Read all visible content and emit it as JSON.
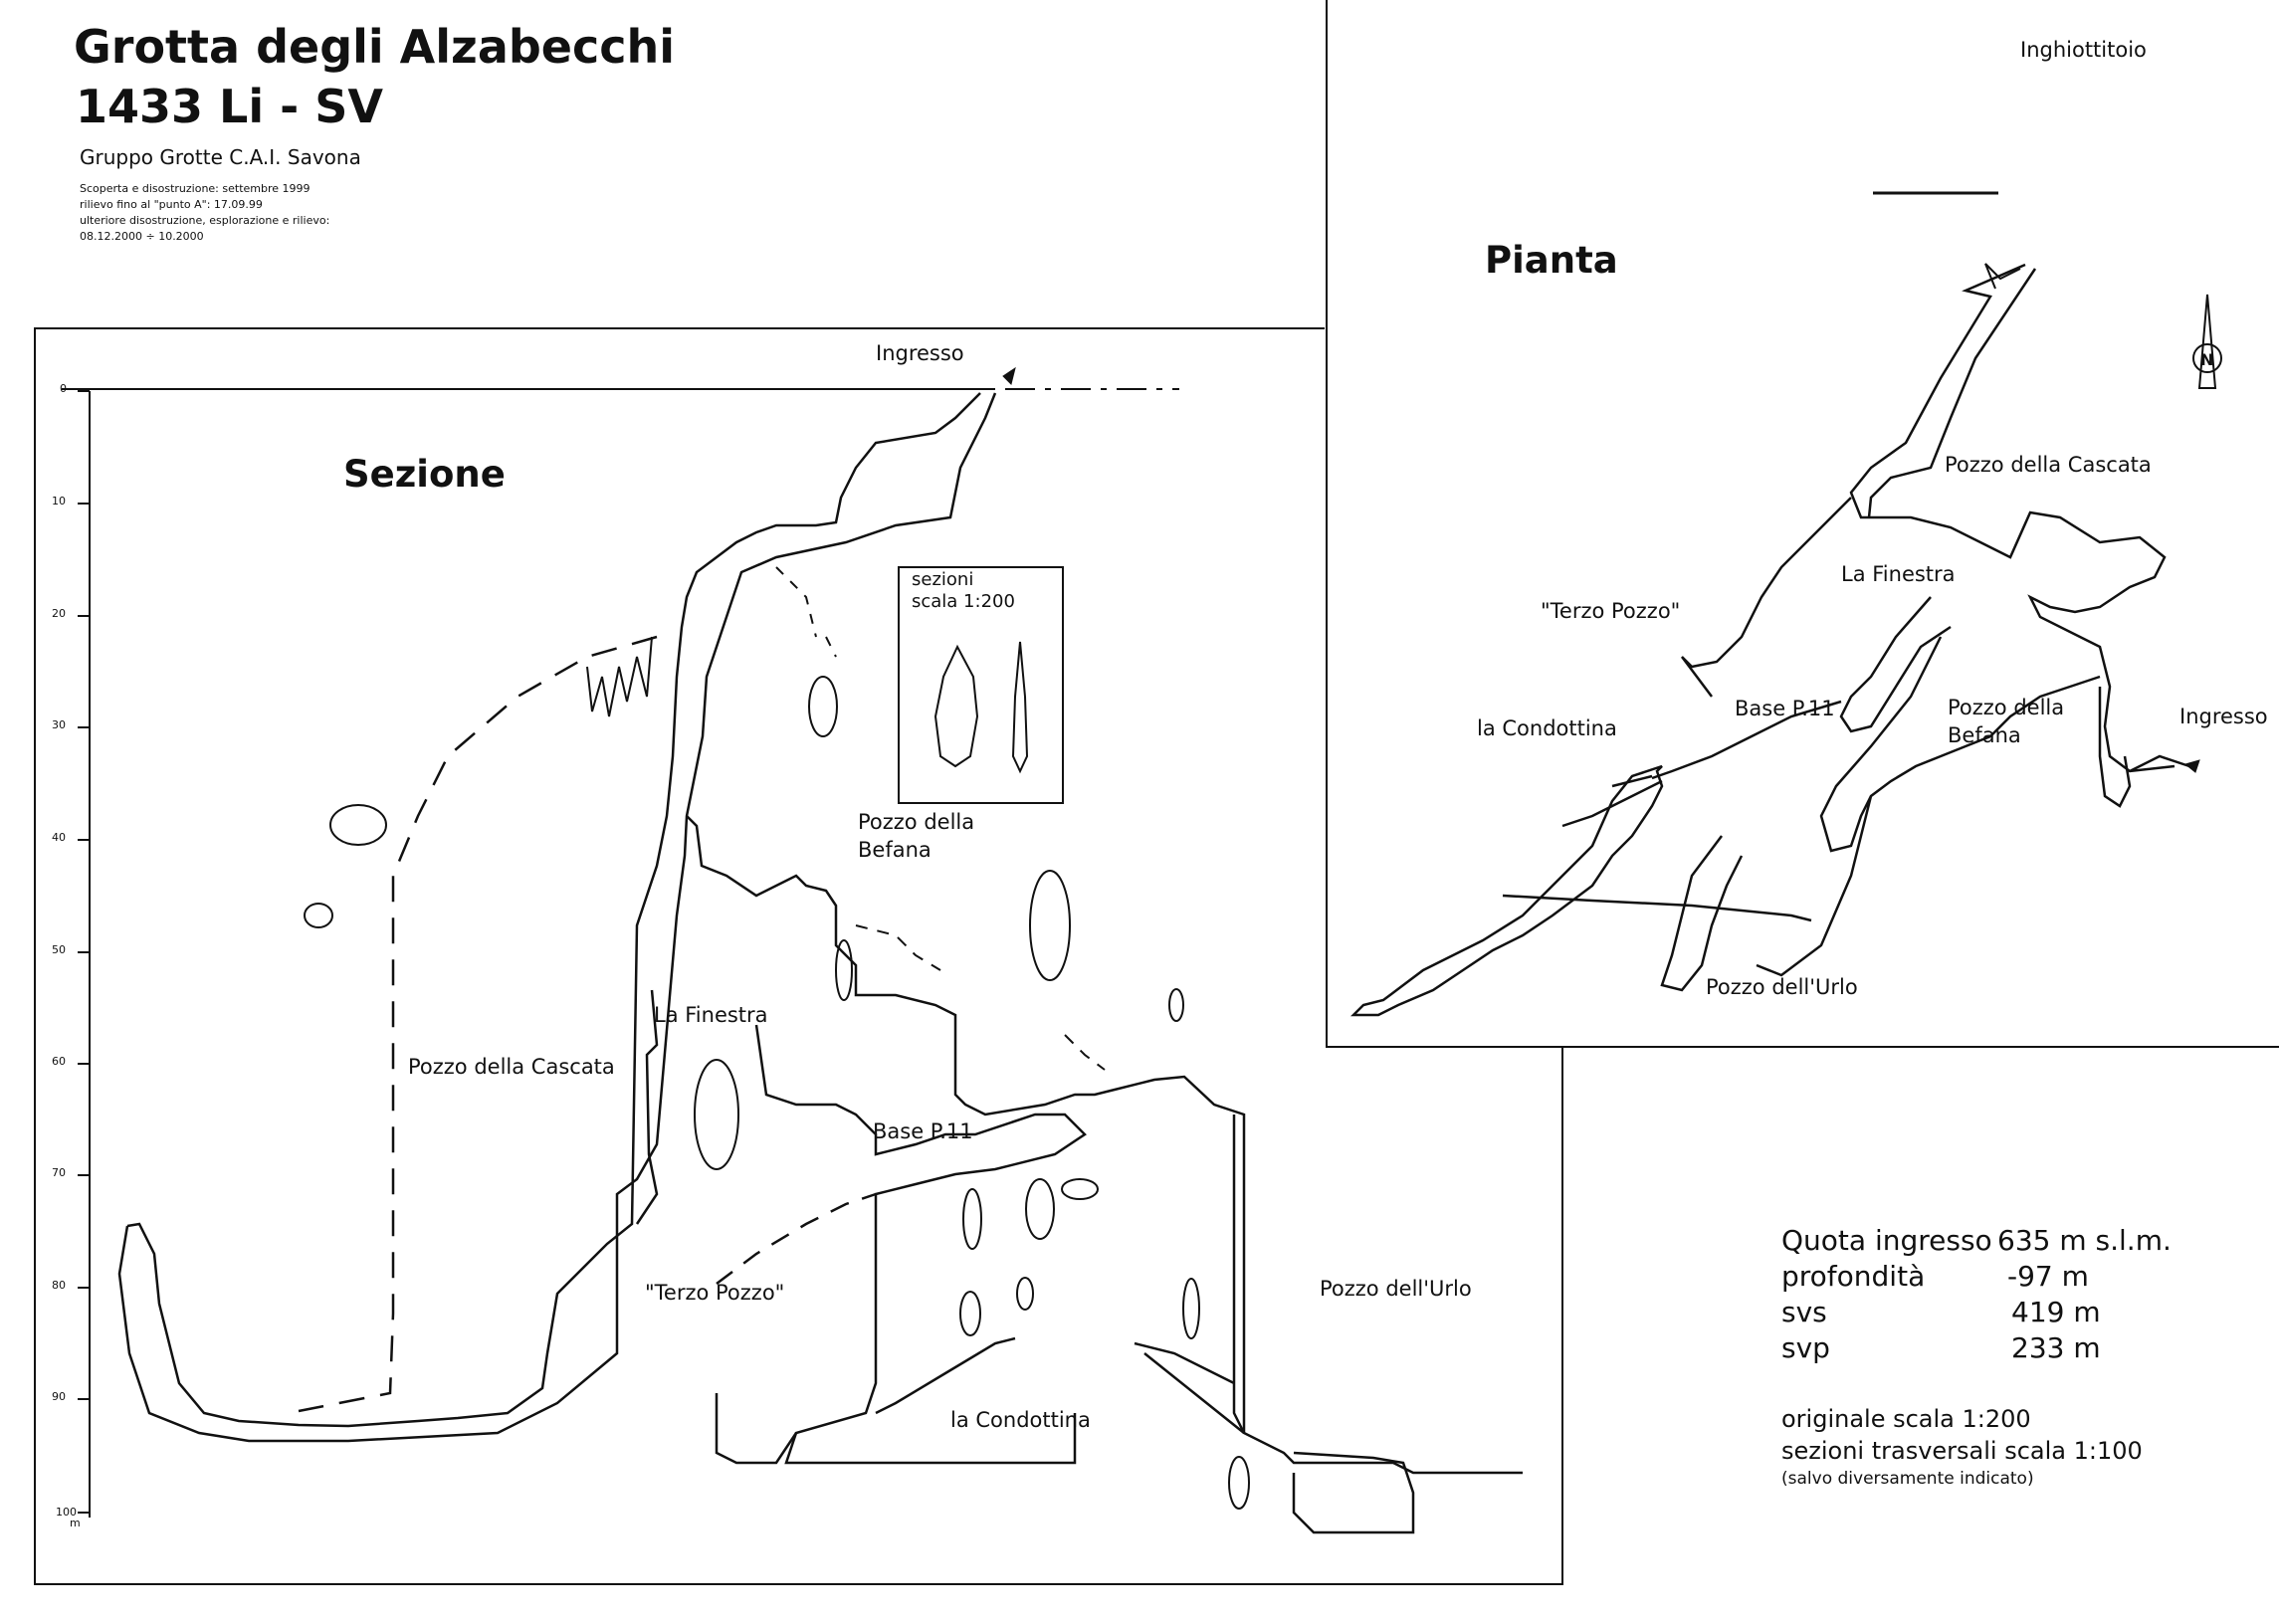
{
  "header": {
    "title": "Grotta degli Alzabecchi",
    "code": "1433 Li - SV",
    "group": "Gruppo Grotte  C.A.I. Savona",
    "meta": [
      "Scoperta e disostruzione: settembre 1999",
      "rilievo fino al \"punto A\":  17.09.99",
      "ulteriore disostruzione, esplorazione e rilievo:",
      "08.12.2000 ÷ 10.2000"
    ]
  },
  "section": {
    "title": "Sezione",
    "labels": {
      "ingresso": "Ingresso",
      "befana": "Pozzo della\nBefana",
      "finestra": "La Finestra",
      "cascata": "Pozzo della Cascata",
      "base": "Base P.11",
      "terzo": "\"Terzo Pozzo\"",
      "urlo": "Pozzo dell'Urlo",
      "condottina": "la Condottina"
    },
    "inset": "sezioni\nscala 1:200",
    "depth_ticks": [
      "0",
      "10",
      "20",
      "30",
      "40",
      "50",
      "60",
      "70",
      "80",
      "90",
      "100"
    ],
    "depth_unit": "m"
  },
  "plan": {
    "title": "Pianta",
    "labels": {
      "inghiottitoio": "Inghiottitoio",
      "cascata": "Pozzo della Cascata",
      "finestra": "La Finestra",
      "terzo": "\"Terzo Pozzo\"",
      "condottina": "la Condottina",
      "base": "Base P.11",
      "befana": "Pozzo della\nBefana",
      "ingresso": "Ingresso",
      "urlo": "Pozzo dell'Urlo"
    },
    "north": "N"
  },
  "stats": [
    {
      "label": "Quota ingresso",
      "value": "635 m s.l.m."
    },
    {
      "label": "profondità",
      "value": "-97  m"
    },
    {
      "label": "svs",
      "value": "419 m"
    },
    {
      "label": "svp",
      "value": "233 m"
    }
  ],
  "notes": {
    "scale": "originale  scala 1:200",
    "cross": "sezioni trasversali scala 1:100",
    "exception": "(salvo diversamente indicato)"
  }
}
